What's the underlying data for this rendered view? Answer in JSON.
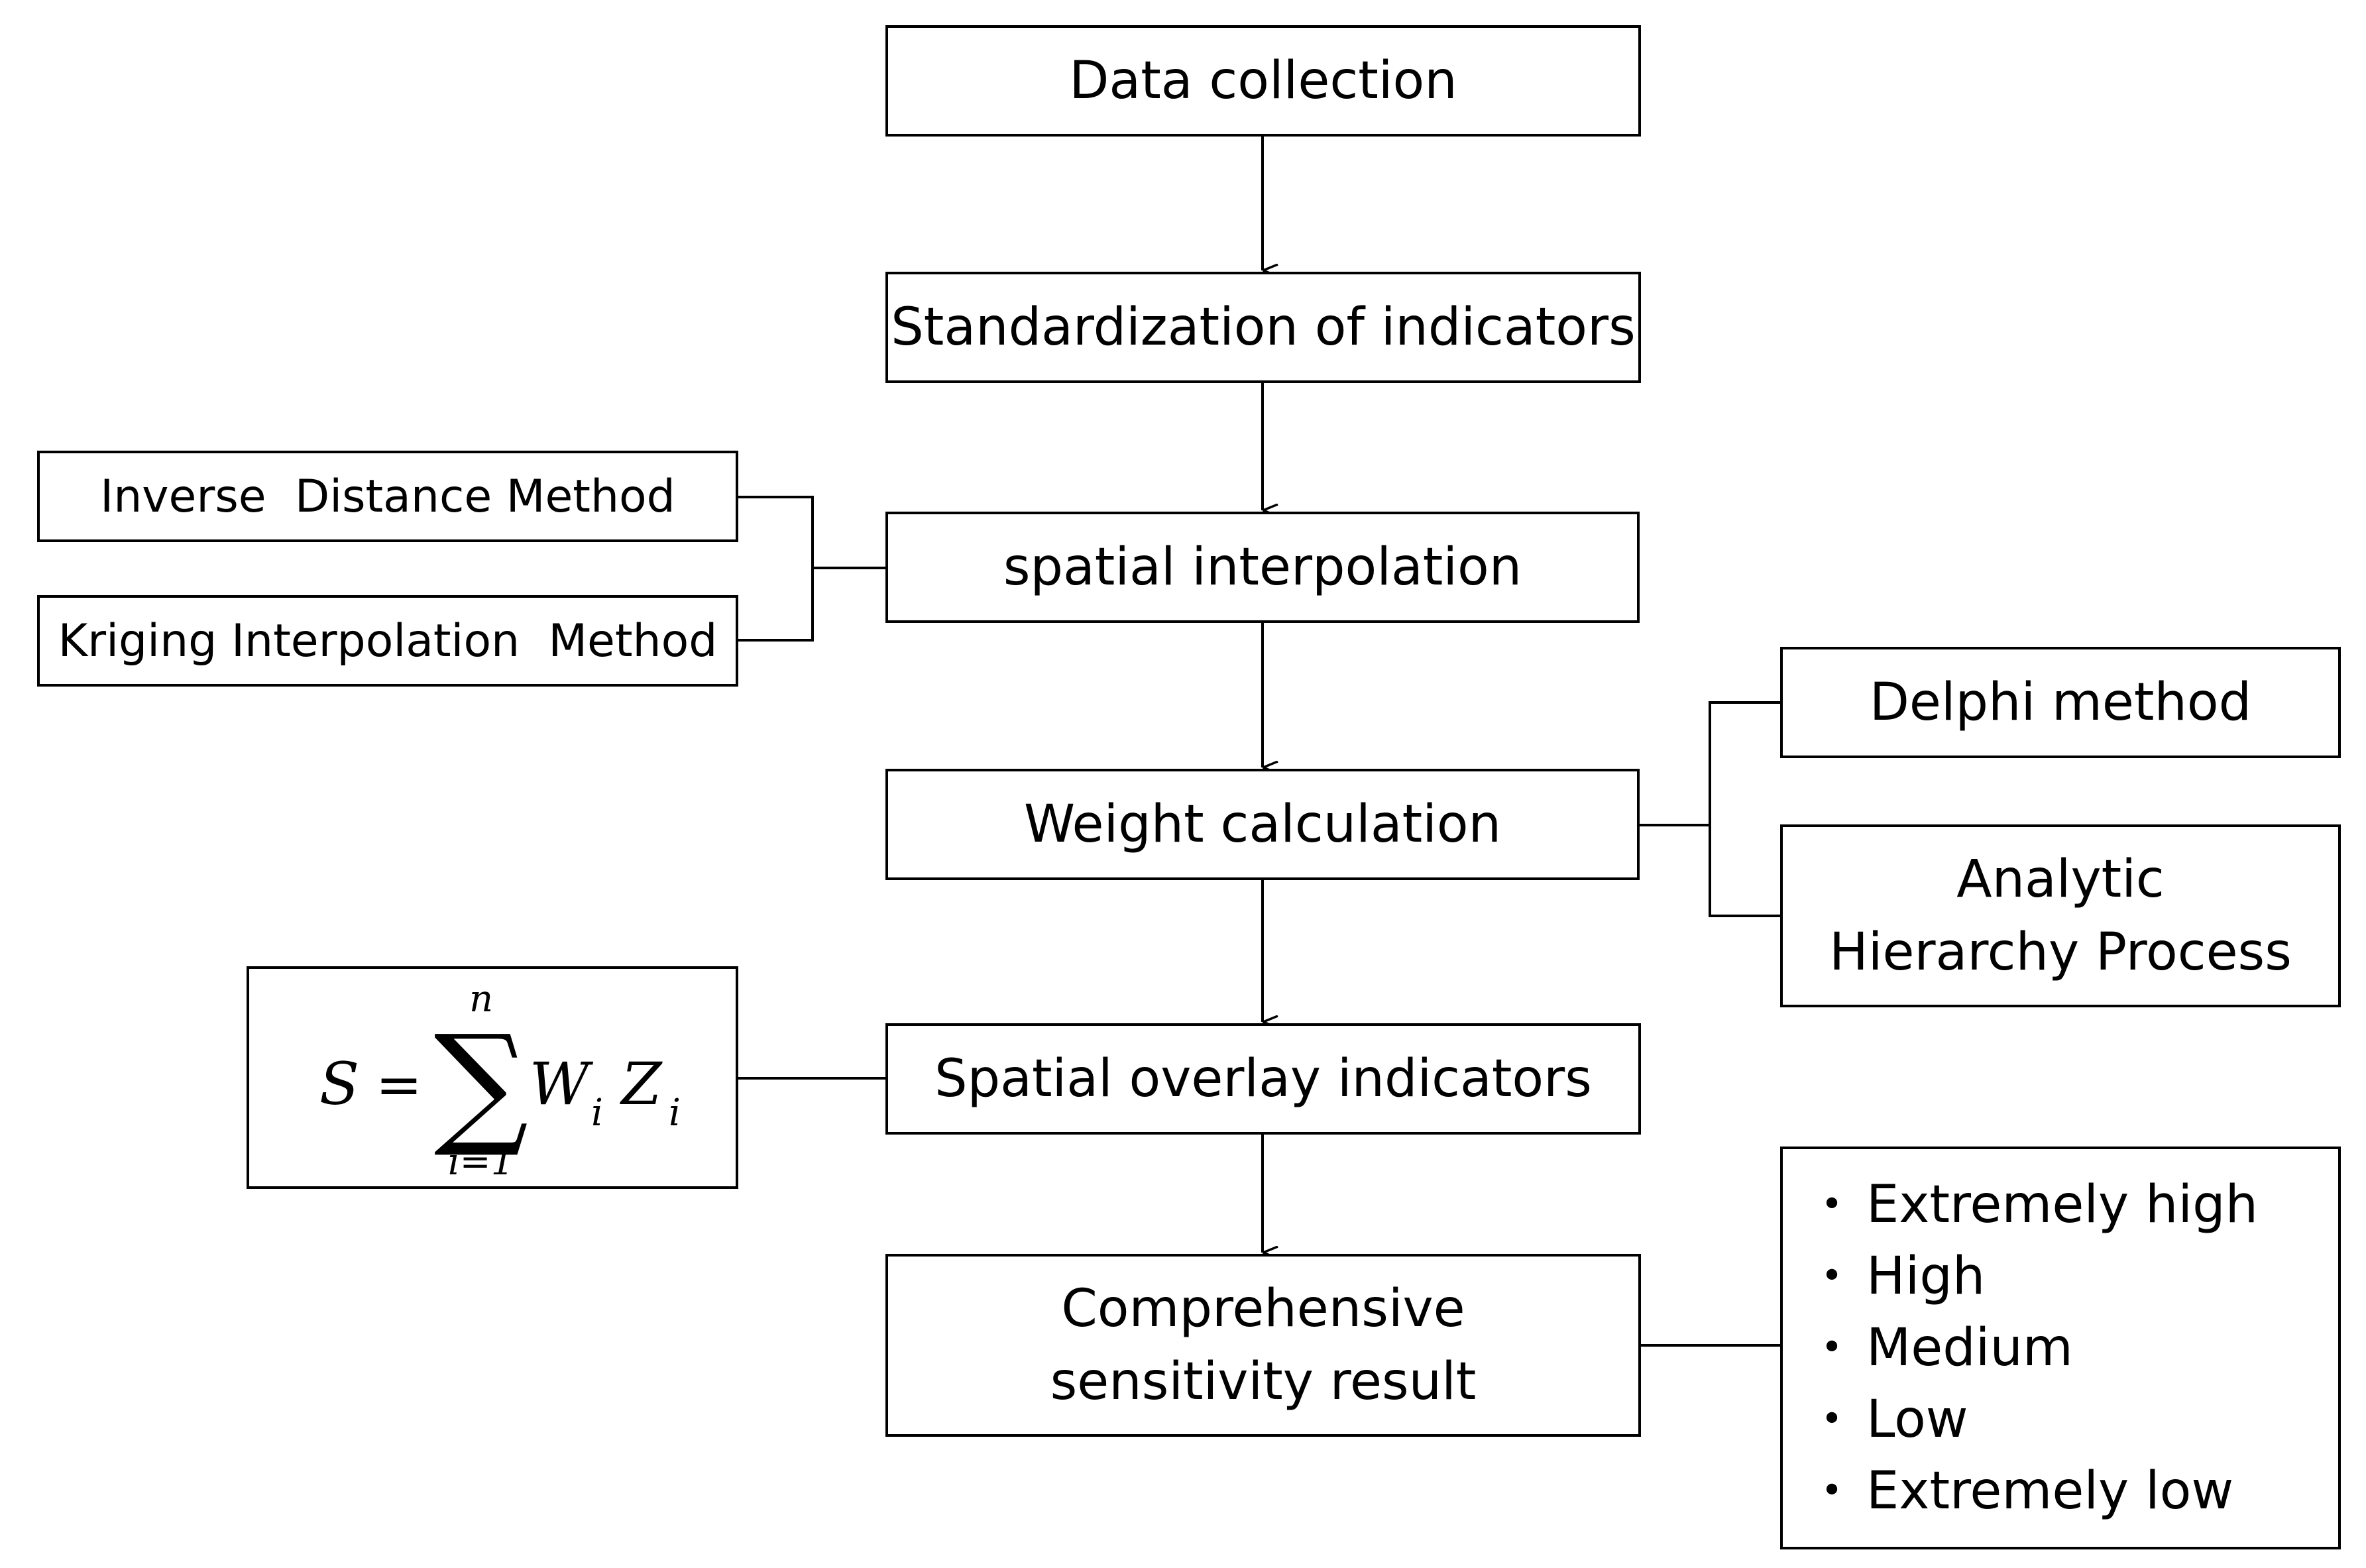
{
  "flow_steps": [
    {
      "id": "data-collection",
      "label": "Data collection"
    },
    {
      "id": "standardization",
      "label": "Standardization of indicators"
    },
    {
      "id": "interpolation",
      "label": "spatial interpolation"
    },
    {
      "id": "weight",
      "label": "Weight calculation"
    },
    {
      "id": "overlay",
      "label": "Spatial overlay indicators"
    },
    {
      "id": "result",
      "label": "Comprehensive sensitivity result"
    }
  ],
  "interpolation_methods": [
    {
      "label": "Inverse  Distance Method"
    },
    {
      "label": "Kriging Interpolation  Method"
    }
  ],
  "weight_methods": [
    {
      "label": "Delphi method"
    },
    {
      "label": "Analytic Hierarchy Process"
    }
  ],
  "formula": {
    "lhs": "S",
    "equals": "=",
    "sum_symbol": "∑",
    "upper_limit": "n",
    "lower_limit": "i=1",
    "term_w": "W",
    "term_z": "Z",
    "subscript": "i"
  },
  "sensitivity_levels": [
    {
      "label": "Extremely high"
    },
    {
      "label": "High"
    },
    {
      "label": "Medium"
    },
    {
      "label": "Low"
    },
    {
      "label": "Extremely low"
    }
  ],
  "bullet_char": "•"
}
